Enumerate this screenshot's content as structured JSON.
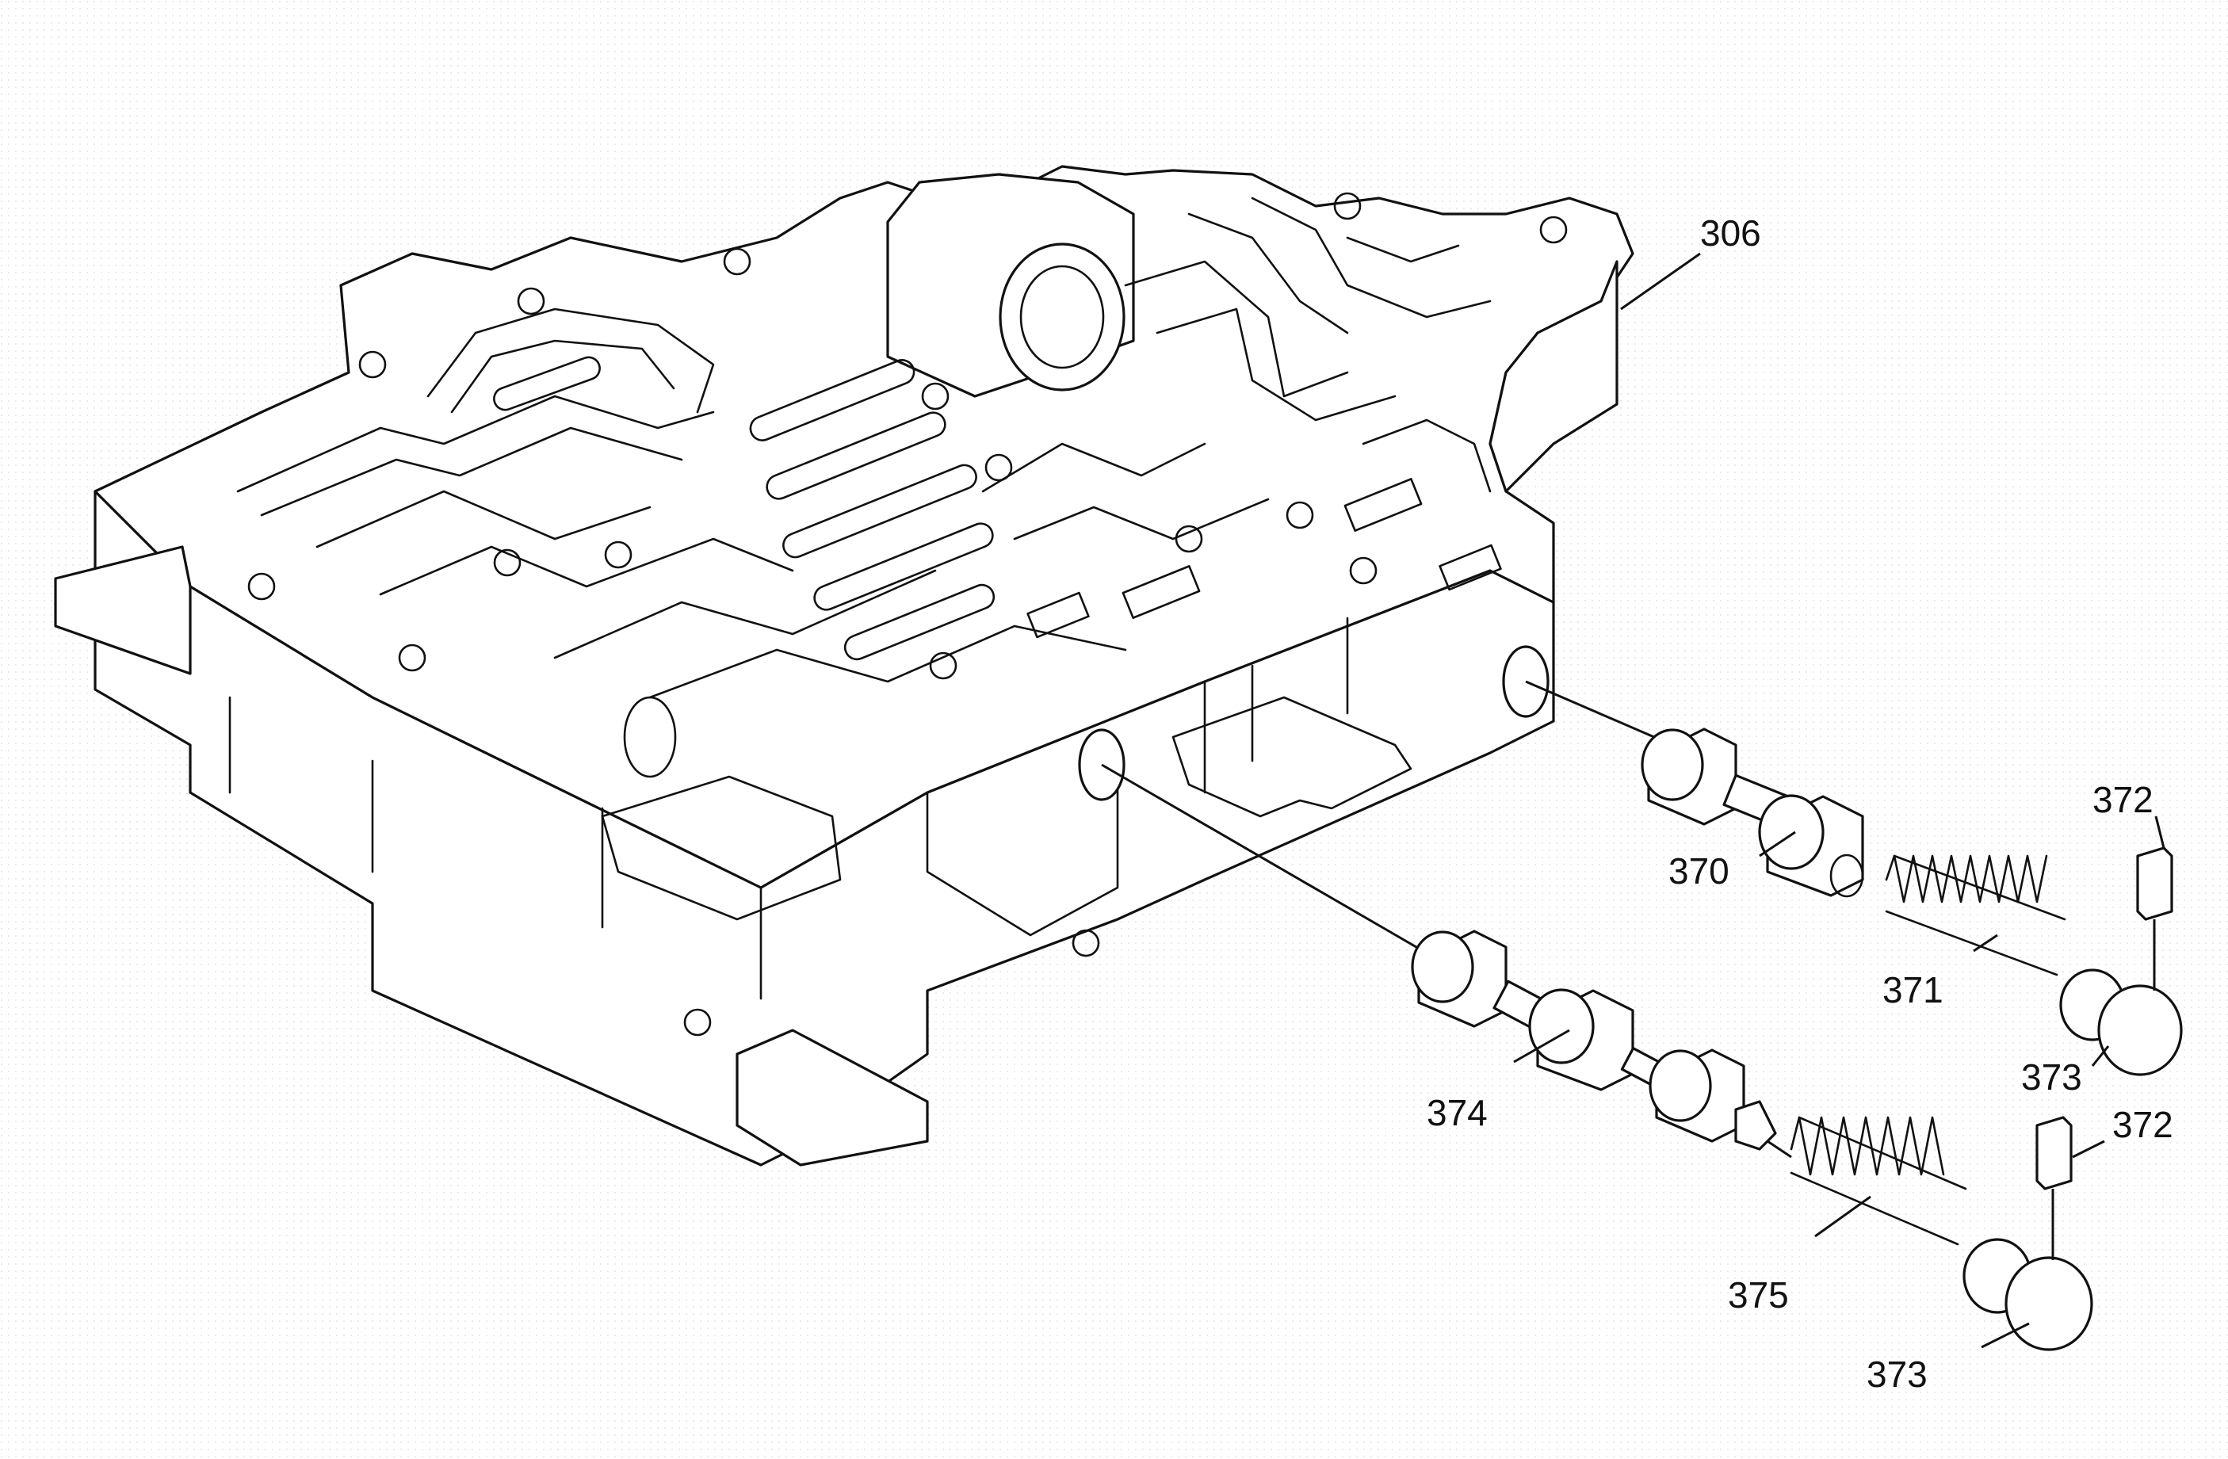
{
  "callouts": [
    {
      "id": "c306",
      "label": "306"
    },
    {
      "id": "c370",
      "label": "370"
    },
    {
      "id": "c371",
      "label": "371"
    },
    {
      "id": "c372a",
      "label": "372"
    },
    {
      "id": "c373a",
      "label": "373"
    },
    {
      "id": "c374",
      "label": "374"
    },
    {
      "id": "c372b",
      "label": "372"
    },
    {
      "id": "c375",
      "label": "375"
    },
    {
      "id": "c373b",
      "label": "373"
    }
  ],
  "colors": {
    "line": "#111111",
    "background": "#ffffff"
  }
}
